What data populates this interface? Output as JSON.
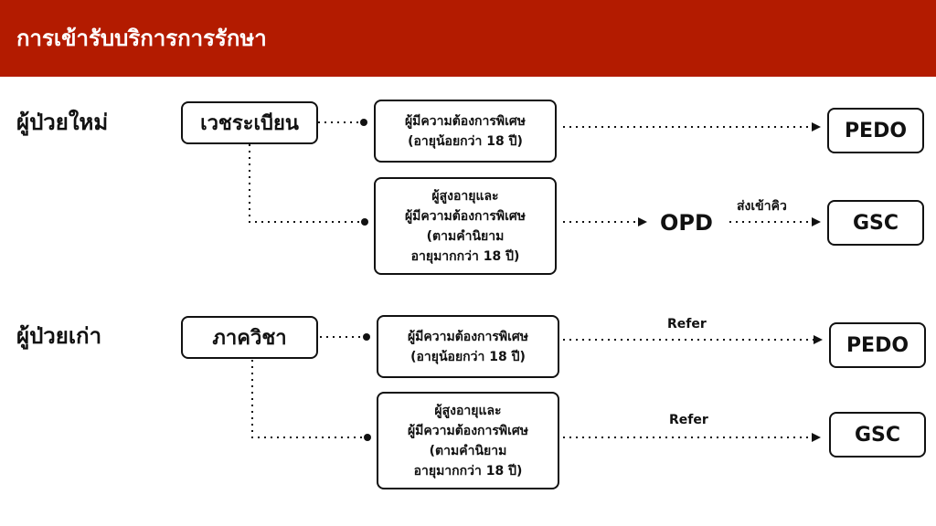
{
  "header": {
    "title": "การเข้ารับบริการการรักษา"
  },
  "colors": {
    "header_bg": "#b31b00",
    "ink": "#111111"
  },
  "rows": {
    "new_patient": {
      "label": "ผู้ป่วยใหม่",
      "source_box": "เวชระเบียน",
      "special_needs": {
        "line1": "ผู้มีความต้องการพิเศษ",
        "line2": "(อายุน้อยกว่า 18 ปี)"
      },
      "elderly": {
        "line1": "ผู้สูงอายุและ",
        "line2": "ผู้มีความต้องการพิเศษ",
        "line3": "(ตามคำนิยาม",
        "line4": "อายุมากกว่า 18 ปี)"
      },
      "intermediate": "OPD",
      "queue_label": "ส่งเข้าคิว",
      "dest_pedo": "PEDO",
      "dest_gsc": "GSC"
    },
    "old_patient": {
      "label": "ผู้ป่วยเก่า",
      "source_box": "ภาควิชา",
      "special_needs": {
        "line1": "ผู้มีความต้องการพิเศษ",
        "line2": "(อายุน้อยกว่า 18 ปี)"
      },
      "elderly": {
        "line1": "ผู้สูงอายุและ",
        "line2": "ผู้มีความต้องการพิเศษ",
        "line3": "(ตามคำนิยาม",
        "line4": "อายุมากกว่า 18 ปี)"
      },
      "refer_label_1": "Refer",
      "refer_label_2": "Refer",
      "dest_pedo": "PEDO",
      "dest_gsc": "GSC"
    }
  }
}
